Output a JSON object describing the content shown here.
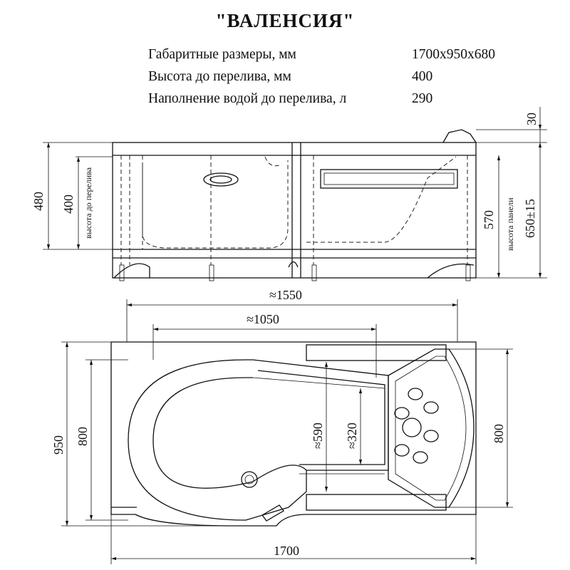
{
  "title": "\"ВАЛЕНСИЯ\"",
  "specs": [
    {
      "label": "Габаритные размеры, мм",
      "value": "1700x950x680"
    },
    {
      "label": "Высота до перелива, мм",
      "value": "400"
    },
    {
      "label": "Наполнение водой до перелива, л",
      "value": "290"
    }
  ],
  "side_view": {
    "dim_480": "480",
    "dim_400": "400",
    "overflow_label": "высота до перелива",
    "dim_30": "30",
    "dim_570": "570",
    "panel_label": "высота панели",
    "dim_650": "650±15"
  },
  "top_view": {
    "dim_1550": "≈1550",
    "dim_1050": "≈1050",
    "dim_950": "950",
    "dim_800_left": "800",
    "dim_590": "≈590",
    "dim_320": "≈320",
    "dim_800_right": "800",
    "dim_1700": "1700"
  }
}
